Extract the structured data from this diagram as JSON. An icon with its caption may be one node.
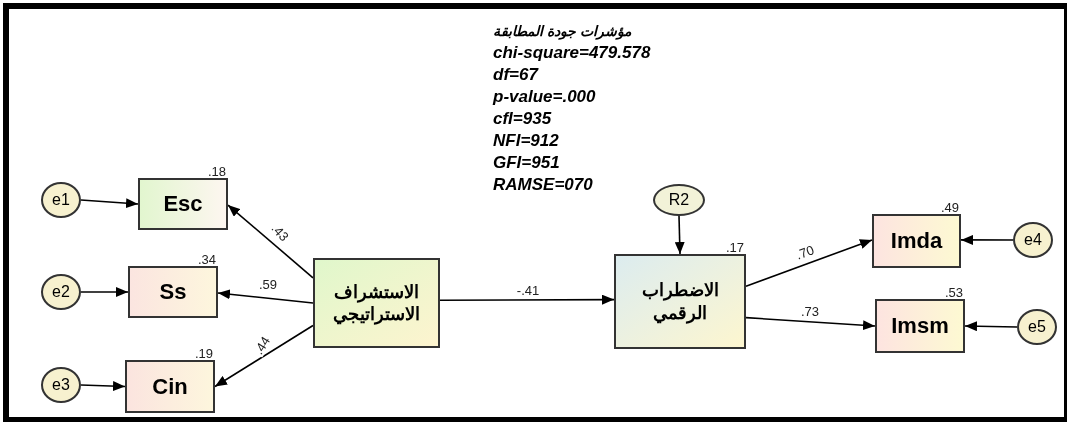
{
  "diagram": {
    "nodes": [
      {
        "text": [
          "Esc"
        ],
        "beside": [
          ".18"
        ]
      },
      {
        "text": [
          "e1"
        ]
      },
      {
        "text": [
          "Ss"
        ],
        "beside": [
          ".34"
        ]
      },
      {
        "text": [
          "e2"
        ]
      },
      {
        "text": [
          "الاستشراف الاستراتيجي"
        ]
      },
      {
        "text": [
          "Cin"
        ],
        "beside": [
          ".19"
        ]
      },
      {
        "text": [
          "e3"
        ]
      },
      {
        "text": [
          "R2"
        ]
      },
      {
        "text": [
          "الاضطراب الرقمي"
        ],
        "beside": [
          ".17"
        ]
      },
      {
        "text": [
          "Imda"
        ],
        "beside": [
          ".49"
        ]
      },
      {
        "text": [
          "e4"
        ]
      },
      {
        "text": [
          "Imsm"
        ],
        "beside": [
          ".53"
        ]
      },
      {
        "text": [
          "e5"
        ]
      }
    ],
    "edges": [
      {
        "from": 1,
        "to": 0,
        "arrow": "to"
      },
      {
        "from": 3,
        "to": 2,
        "arrow": "to"
      },
      {
        "from": 6,
        "to": 5,
        "arrow": "to"
      },
      {
        "from": 4,
        "to": 0,
        "arrow": "to",
        "label": ".43"
      },
      {
        "from": 4,
        "to": 2,
        "arrow": "to",
        "label": ".59"
      },
      {
        "from": 4,
        "to": 5,
        "arrow": "to",
        "label": ".44"
      },
      {
        "from": 4,
        "to": 8,
        "arrow": "to",
        "label": "-.41"
      },
      {
        "from": 7,
        "to": 8,
        "arrow": "to"
      },
      {
        "from": 8,
        "to": 9,
        "arrow": "to",
        "label": ".70"
      },
      {
        "from": 8,
        "to": 11,
        "arrow": "to",
        "label": ".73"
      },
      {
        "from": 10,
        "to": 9,
        "arrow": "to"
      },
      {
        "from": 12,
        "to": 11,
        "arrow": "to"
      }
    ],
    "labels": [
      "مؤشرات جودة المطابقة",
      "chi-square=479.578",
      "df=67",
      "p-value=.000",
      "cfI=935",
      "NFI=912",
      "GFI=951",
      "RAMSE=070"
    ]
  }
}
